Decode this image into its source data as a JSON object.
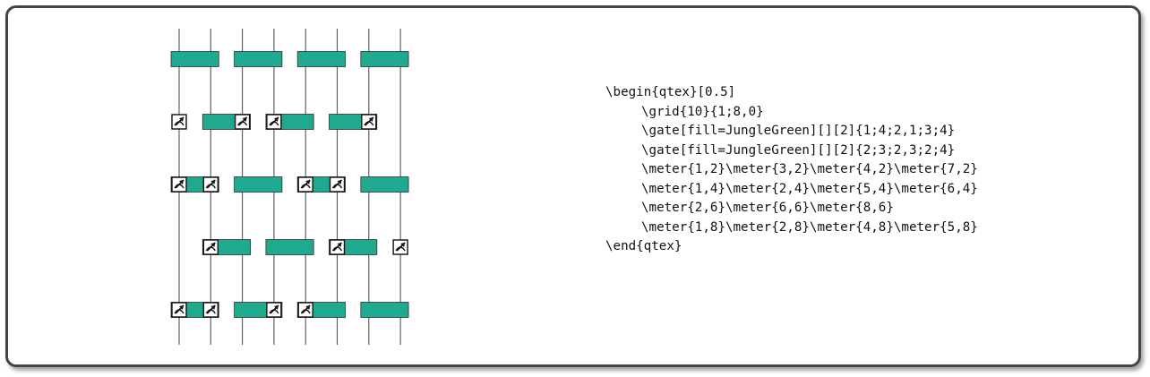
{
  "circuit": {
    "scale": 0.5,
    "wires": 8,
    "gate_fill": "#1FA98F",
    "gate_rows": [
      {
        "row": 0,
        "type": "even",
        "starts": [
          1,
          3,
          5,
          7
        ]
      },
      {
        "row": 2,
        "type": "odd",
        "starts": [
          2,
          4,
          6
        ]
      },
      {
        "row": 4,
        "type": "even",
        "starts": [
          1,
          3,
          5,
          7
        ]
      },
      {
        "row": 6,
        "type": "odd",
        "starts": [
          2,
          4,
          6
        ]
      },
      {
        "row": 8,
        "type": "even",
        "starts": [
          1,
          3,
          5,
          7
        ]
      }
    ],
    "meters": [
      [
        1,
        2
      ],
      [
        3,
        2
      ],
      [
        4,
        2
      ],
      [
        7,
        2
      ],
      [
        1,
        4
      ],
      [
        2,
        4
      ],
      [
        5,
        4
      ],
      [
        6,
        4
      ],
      [
        2,
        6
      ],
      [
        6,
        6
      ],
      [
        8,
        6
      ],
      [
        1,
        8
      ],
      [
        2,
        8
      ],
      [
        4,
        8
      ],
      [
        5,
        8
      ]
    ],
    "meter_icon": "meter-icon"
  },
  "code": {
    "lines": [
      "\\begin{qtex}[0.5]",
      "\\grid{10}{1;8,0}",
      "\\gate[fill=JungleGreen][][2]{1;4;2,1;3;4}",
      "\\gate[fill=JungleGreen][][2]{2;3;2,3;2;4}",
      "\\meter{1,2}\\meter{3,2}\\meter{4,2}\\meter{7,2}",
      "\\meter{1,4}\\meter{2,4}\\meter{5,4}\\meter{6,4}",
      "\\meter{2,6}\\meter{6,6}\\meter{8,6}",
      "\\meter{1,8}\\meter{2,8}\\meter{4,8}\\meter{5,8}",
      "\\end{qtex}"
    ]
  }
}
